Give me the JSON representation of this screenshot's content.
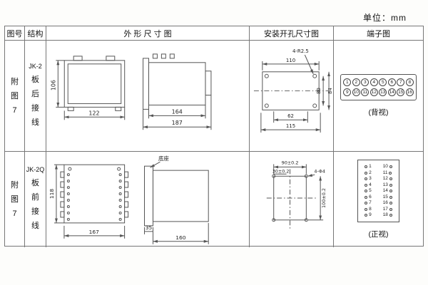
{
  "unit_label": "单位：mm",
  "colors": {
    "line": "#555555",
    "border": "#777777",
    "text": "#222222"
  },
  "table": {
    "headers": {
      "fig_no": "图号",
      "structure": "结构",
      "outline": "外 形 尺 寸 图",
      "mounting": "安装开孔尺寸图",
      "terminal": "端子图"
    },
    "rows": [
      {
        "fig_no": "附图7",
        "model": "JK-2",
        "wiring": "板后接线",
        "outline": {
          "height": "106",
          "width": "122",
          "depth_inner": "164",
          "depth_total": "187"
        },
        "mounting": {
          "width_top": "110",
          "hole_note": "4-R2.5",
          "height_inner": "80",
          "height_outer": "84",
          "width_inner": "62",
          "width_total": "115"
        },
        "terminal": {
          "top": [
            "1",
            "2",
            "3",
            "4",
            "5",
            "6",
            "7",
            "8"
          ],
          "bottom": [
            "9",
            "10",
            "11",
            "12",
            "13",
            "14",
            "15",
            "16"
          ],
          "caption": "(背视)"
        }
      },
      {
        "fig_no": "附图7",
        "model": "JK-2Q",
        "wiring": "板前接线",
        "outline": {
          "height": "118",
          "width": "167",
          "base_label": "底座",
          "base_depth": "35",
          "depth": "160"
        },
        "mounting": {
          "width_top": "90±0.2",
          "width_offset": "30±0.2",
          "hole_note": "4-Φ4",
          "height": "100±0.2"
        },
        "terminal": {
          "left": [
            "1",
            "2",
            "3",
            "4",
            "5",
            "6",
            "7",
            "8",
            "9"
          ],
          "right": [
            "10",
            "11",
            "12",
            "13",
            "14",
            "15",
            "16",
            "17",
            "18"
          ],
          "caption": "(正视)"
        }
      }
    ]
  }
}
